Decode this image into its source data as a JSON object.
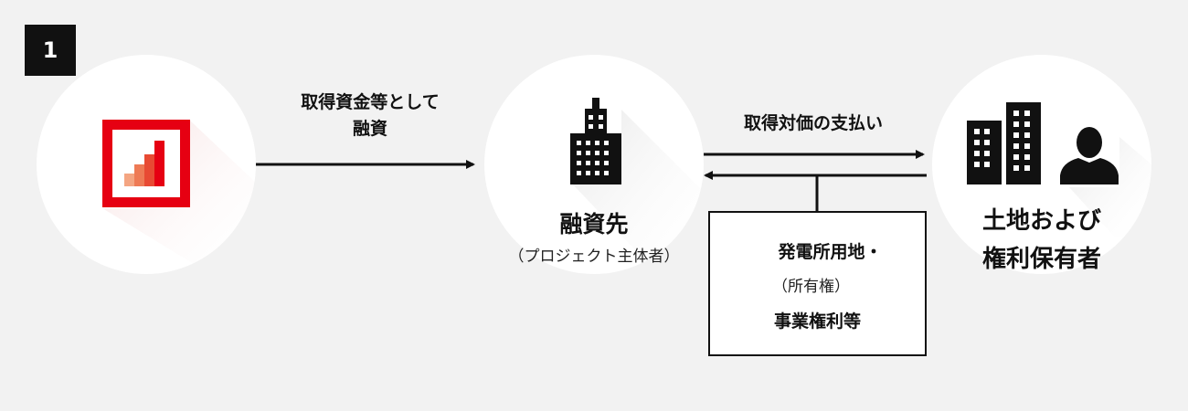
{
  "step": {
    "number": "1"
  },
  "arrow_left": {
    "line1": "取得資金等として",
    "line2": "融資"
  },
  "arrow_right": {
    "label": "取得対価の支払い"
  },
  "borrower": {
    "title": "融資先",
    "subtitle": "（プロジェクト主体者）"
  },
  "landowner": {
    "line1": "土地および",
    "line2": "権利保有者"
  },
  "rights_box": {
    "line1": "発電所用地・",
    "line2": "（所有権）",
    "line3": "事業権利等"
  },
  "colors": {
    "brand_red": "#e60012",
    "ink": "#111111",
    "background": "#f2f2f2"
  }
}
